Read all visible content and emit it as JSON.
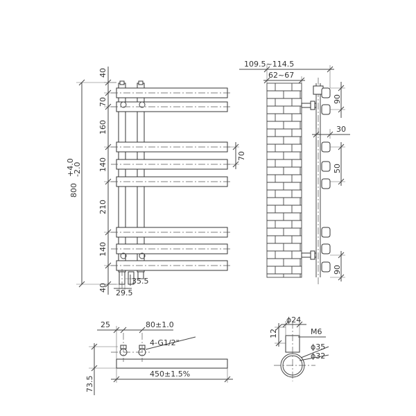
{
  "front_view": {
    "height_total": "800",
    "height_tol_upper": "+4.0",
    "height_tol_lower": "-2.0",
    "spacing": [
      "40",
      "70",
      "160",
      "140",
      "210",
      "140",
      "40"
    ],
    "bar_gap": "70",
    "pipe_depth": "35.5",
    "pipe_width": "29.5"
  },
  "side_view": {
    "wall_offset": "109.5~114.5",
    "bracket_depth": "62~67",
    "top_gap": "90",
    "pipe_spacing": "30",
    "mid_gap": "50",
    "bottom_gap": "90"
  },
  "top_view": {
    "inlet_offset": "25",
    "inlet_spacing": "80±1.0",
    "thread": "4-G1/2\"",
    "width": "450±1.5%",
    "depth": "73.5"
  },
  "detail_view": {
    "diameter_small": "ϕ24",
    "bolt": "M6",
    "height": "12",
    "diameter_outer": "ϕ35",
    "diameter_inner": "ϕ32"
  }
}
